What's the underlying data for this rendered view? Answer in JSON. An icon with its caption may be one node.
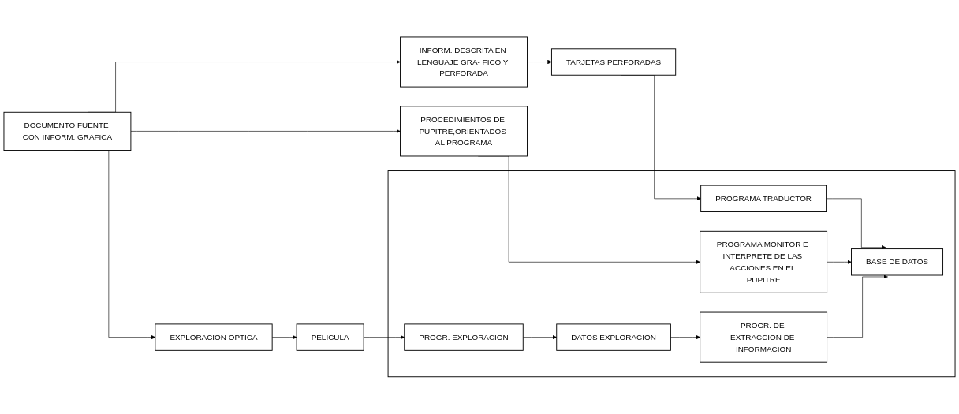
{
  "diagram": {
    "nodes": [
      {
        "text": [
          "DOCUMENTO FUENTE CON INFORM. GRAFICA"
        ]
      },
      {
        "text": [
          "INFORM. DESCRITA EN LENGUAJE GRA- FICO Y PERFORADA"
        ]
      },
      {
        "text": [
          "TARJETAS PERFORADAS"
        ]
      },
      {
        "text": [
          "PROCEDIMIENTOS DE PUPITRE,ORIENTADOS AL PROGRAMA"
        ]
      },
      {
        "text": [
          "EXPLORACION OPTICA"
        ]
      },
      {
        "text": [
          "PELICULA"
        ]
      },
      {
        "text": [],
        "shape": "box"
      },
      {
        "text": [
          "PROGRAMA TRADUCTOR"
        ],
        "in": 6
      },
      {
        "text": [
          "PROGRAMA MONITOR E INTERPRETE DE LAS ACCIONES EN EL PUPITRE"
        ],
        "in": 6
      },
      {
        "text": [
          "PROGR. EXPLORACION"
        ],
        "in": 6
      },
      {
        "text": [
          "PROGR. DE EXTRACCION DE INFORMACION"
        ],
        "in": 6
      },
      {
        "text": [
          "DATOS EXPLORACION"
        ],
        "in": 6
      },
      {
        "text": [
          "BASE DE DATOS"
        ],
        "in": 6
      }
    ],
    "edges": [
      {
        "from": 0,
        "to": 1,
        "arrow": "to"
      },
      {
        "from": 1,
        "to": 2,
        "arrow": "to"
      },
      {
        "from": 2,
        "to": 7,
        "arrow": "to"
      },
      {
        "from": 7,
        "to": 12,
        "arrow": "to"
      },
      {
        "from": 0,
        "to": 3,
        "arrow": "to"
      },
      {
        "from": 3,
        "to": 8,
        "arrow": "to"
      },
      {
        "from": 8,
        "to": 12,
        "arrow": "to"
      },
      {
        "from": 0,
        "to": 4,
        "arrow": "to"
      },
      {
        "from": 4,
        "to": 5,
        "arrow": "to"
      },
      {
        "from": 5,
        "to": 9,
        "arrow": "to"
      },
      {
        "from": 9,
        "to": 11,
        "arrow": "to"
      },
      {
        "from": 11,
        "to": 10,
        "arrow": "to"
      },
      {
        "from": 10,
        "to": 12,
        "arrow": "to"
      }
    ]
  }
}
